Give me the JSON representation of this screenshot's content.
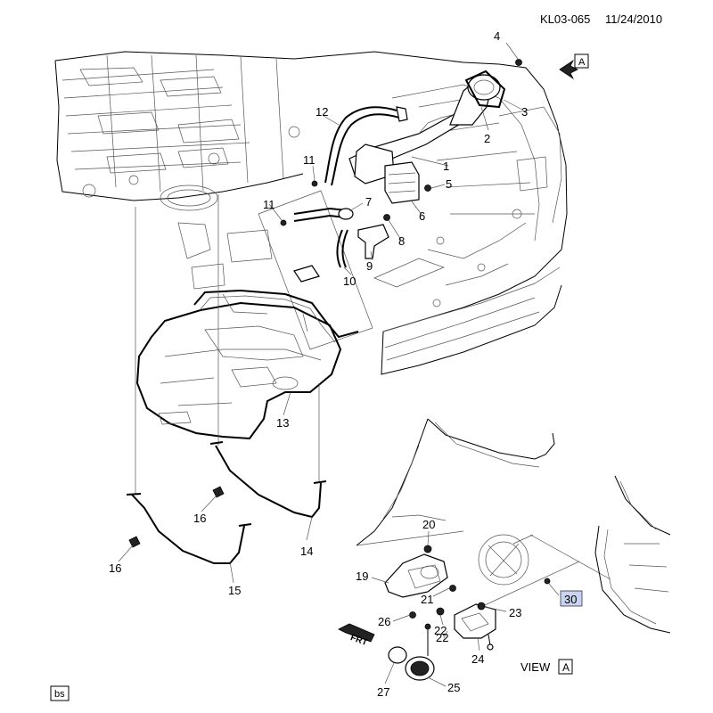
{
  "header": {
    "code": "KL03-065",
    "date": "11/24/2010"
  },
  "view_arrow": {
    "letter": "A"
  },
  "view_label": {
    "text": "VIEW",
    "letter": "A"
  },
  "front_marker": "FRT",
  "footer_badge": "bs",
  "highlight_color": "#c9d4f0",
  "callouts": [
    "1",
    "2",
    "3",
    "4",
    "5",
    "6",
    "7",
    "8",
    "9",
    "10",
    "11",
    "11",
    "12",
    "13",
    "14",
    "15",
    "16",
    "16",
    "19",
    "20",
    "21",
    "22",
    "22",
    "23",
    "24",
    "25",
    "26",
    "27",
    "30"
  ]
}
